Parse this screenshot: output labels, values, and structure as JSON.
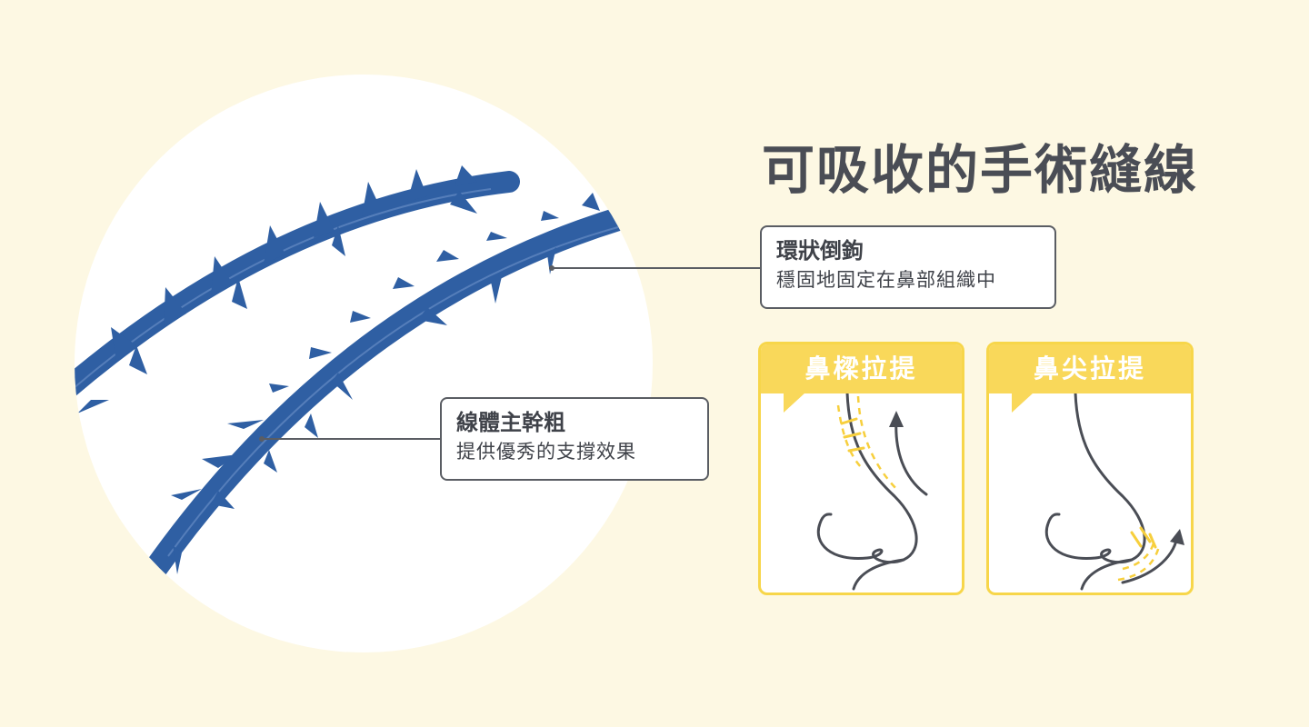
{
  "title": "可吸收的手術縫線",
  "callouts": {
    "barb": {
      "heading": "環狀倒鉤",
      "desc": "穩固地固定在鼻部組織中"
    },
    "body": {
      "heading": "線體主幹粗",
      "desc": "提供優秀的支撐效果"
    }
  },
  "panels": {
    "bridge": {
      "label": "鼻樑拉提"
    },
    "tip": {
      "label": "鼻尖拉提"
    }
  },
  "colors": {
    "background": "#fdf8e3",
    "thread": "#2f5fa3",
    "accent_yellow": "#f9d85a",
    "line_dark": "#4a4d55"
  }
}
